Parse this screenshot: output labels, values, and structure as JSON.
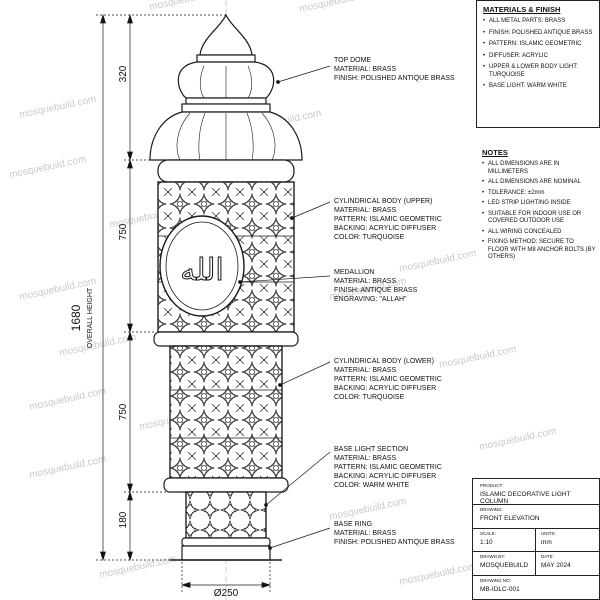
{
  "dimensions": {
    "dome_height": "320",
    "upper_height": "750",
    "lower_height": "750",
    "base_height": "180",
    "overall_height": "1680",
    "overall_height_label": "OVERALL HEIGHT",
    "diameter": "Ø250"
  },
  "callouts": [
    {
      "id": "top-dome",
      "lines": [
        "TOP DOME",
        "MATERIAL: BRASS",
        "FINISH: POLISHED ANTIQUE BRASS"
      ]
    },
    {
      "id": "upper-body",
      "lines": [
        "CYLINDRICAL BODY (UPPER)",
        "MATERIAL: BRASS",
        "PATTERN: ISLAMIC GEOMETRIC",
        "BACKING: ACRYLIC DIFFUSER",
        "COLOR: TURQUOISE"
      ]
    },
    {
      "id": "medallion",
      "lines": [
        "MEDALLION",
        "MATERIAL: BRASS",
        "FINISH: ANTIQUE BRASS",
        "ENGRAVING: \"ALLAH\""
      ]
    },
    {
      "id": "lower-body",
      "lines": [
        "CYLINDRICAL BODY (LOWER)",
        "MATERIAL: BRASS",
        "PATTERN: ISLAMIC GEOMETRIC",
        "BACKING: ACRYLIC DIFFUSER",
        "COLOR: TURQUOISE"
      ]
    },
    {
      "id": "base-light",
      "lines": [
        "BASE LIGHT SECTION",
        "MATERIAL: BRASS",
        "PATTERN: ISLAMIC GEOMETRIC",
        "BACKING: ACRYLIC DIFFUSER",
        "COLOR: WARM WHITE"
      ]
    },
    {
      "id": "base-ring",
      "lines": [
        "BASE RING",
        "MATERIAL: BRASS",
        "FINISH: POLISHED ANTIQUE BRASS"
      ]
    }
  ],
  "materials": {
    "title": "MATERIALS & FINISH",
    "items": [
      "ALL METAL PARTS: BRASS",
      "FINISH: POLISHED ANTIQUE BRASS",
      "PATTERN: ISLAMIC GEOMETRIC",
      "DIFFUSER: ACRYLIC",
      "UPPER & LOWER BODY LIGHT: TURQUOISE",
      "BASE LIGHT: WARM WHITE"
    ]
  },
  "notes": {
    "title": "NOTES",
    "items": [
      "ALL DIMENSIONS ARE IN MILLIMETERS",
      "ALL DIMENSIONS ARE NOMINAL",
      "TOLERANCE: ±2mm",
      "LED STRIP LIGHTING INSIDE",
      "SUITABLE FOR INDOOR USE OR COVERED OUTDOOR USE",
      "ALL WIRING CONCEALED",
      "FIXING METHOD: SECURE TO FLOOR WITH M8 ANCHOR BOLTS (BY OTHERS)"
    ]
  },
  "title_block": {
    "product_label": "PRODUCT:",
    "product": "ISLAMIC DECORATIVE LIGHT COLUMN",
    "drawing_label": "DRAWING:",
    "drawing": "FRONT ELEVATION",
    "scale_label": "SCALE:",
    "scale": "1:10",
    "units_label": "UNITS:",
    "units": "mm",
    "drawn_by_label": "DRAWN BY:",
    "drawn_by": "MOSQUEBUILD",
    "date_label": "DATE:",
    "date": "MAY 2024",
    "drawing_no_label": "DRAWING NO:",
    "drawing_no": "MB-IDLC-001"
  },
  "medallion_text": "الله",
  "watermark": "mosquebuild.com",
  "colors": {
    "line": "#1a1a1a",
    "watermark": "#c9c9c9",
    "paper": "#ffffff"
  }
}
